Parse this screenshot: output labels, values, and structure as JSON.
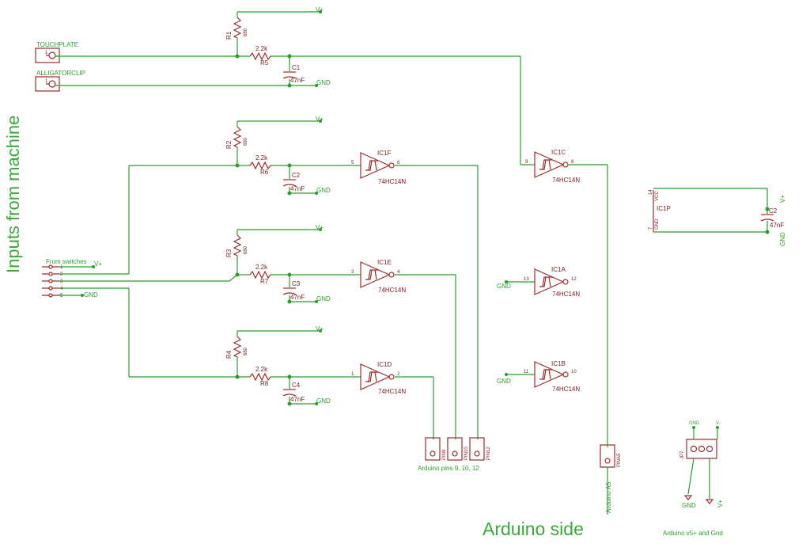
{
  "titles": {
    "inputs_from_machine": "Inputs from machine",
    "arduino_side": "Arduino side"
  },
  "connectors": {
    "touchplate": "TOUCHPLATE",
    "alligatorclip": "ALLIGATORCLIP",
    "from_switches": "From switches",
    "pin_1": "1",
    "pins_9_10_12": "Arduino pins 9, 10, 12",
    "pin9": "PIN9",
    "pin10": "PIN10",
    "pin12": "PIN12",
    "pina5": "PINA5",
    "arduino_a5": "Arduino A5",
    "jp7": "JP7",
    "arduino_v5_gnd": "Arduino v5+ and Gnd"
  },
  "nets": {
    "vplus": "V+",
    "gnd": "GND",
    "vminus": "V-"
  },
  "resistors": {
    "r1": "R1",
    "r2": "R2",
    "r3": "R3",
    "r4": "R4",
    "r5": "R5",
    "r6": "R6",
    "r7": "R7",
    "r8": "R8",
    "pullup_value": "680",
    "series_value": "2.2k"
  },
  "capacitors": {
    "c1": "C1",
    "c2": "C2",
    "c3": "C3",
    "c4": "C4",
    "value": "47nF"
  },
  "ics": {
    "part": "74HC14N",
    "ic1a": "IC1A",
    "ic1b": "IC1B",
    "ic1c": "IC1C",
    "ic1d": "IC1D",
    "ic1e": "IC1E",
    "ic1f": "IC1F",
    "ic1p": "IC1P",
    "pins": {
      "f_in": "5",
      "f_out": "6",
      "e_in": "3",
      "e_out": "4",
      "d_in": "1",
      "d_out": "2",
      "c_in": "9",
      "c_out": "8",
      "a_in": "13",
      "a_out": "12",
      "b_in": "11",
      "b_out": "10",
      "p_vcc": "14",
      "p_gnd": "7"
    },
    "p_vcc_label": "VCC",
    "p_gnd_label": "GND"
  },
  "switch_header": {
    "pins": [
      "1",
      "2",
      "3",
      "4",
      "5"
    ],
    "v_label": "V+",
    "gnd_label": "GND"
  },
  "colors": {
    "wire": "#2a9d2a",
    "component": "#9c2c2c",
    "background": "#ffffff"
  }
}
